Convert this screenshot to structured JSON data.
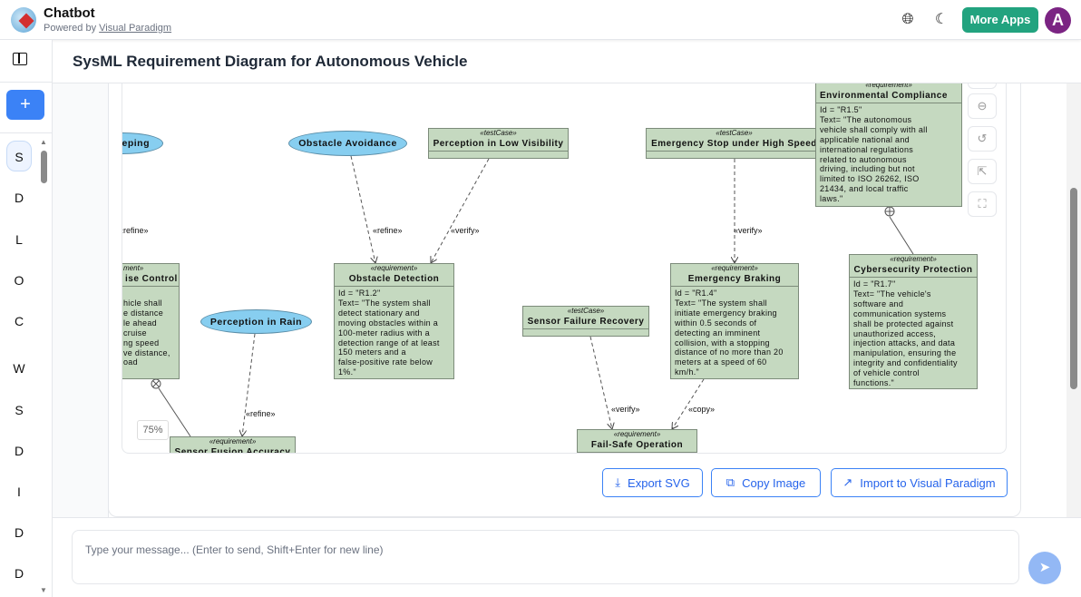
{
  "header": {
    "app_title": "Chatbot",
    "powered_prefix": "Powered by ",
    "powered_link": "Visual Paradigm",
    "more_apps": "More Apps",
    "avatar_initial": "A",
    "icons": [
      "globe-icon",
      "moon-icon"
    ]
  },
  "sidebar": {
    "new_chat": "+",
    "items": [
      {
        "label": "S"
      },
      {
        "label": "D"
      },
      {
        "label": "L"
      },
      {
        "label": "O"
      },
      {
        "label": "C"
      },
      {
        "label": "W"
      },
      {
        "label": "S"
      },
      {
        "label": "D"
      },
      {
        "label": "I"
      },
      {
        "label": "D"
      },
      {
        "label": "D"
      }
    ]
  },
  "page": {
    "title": "SysML Requirement Diagram for Autonomous Vehicle"
  },
  "diagram": {
    "zoom": "75%",
    "stereo_req": "«requirement»",
    "stereo_tc": "«testCase»",
    "use_cases": {
      "lane_keeping": "eping",
      "obstacle_avoidance": "Obstacle Avoidance",
      "perception_rain": "Perception in Rain"
    },
    "test_cases": {
      "low_visibility": "Perception in Low Visibility",
      "estop": "Emergency Stop under High Speed",
      "sensor_failure": "Sensor Failure Recovery"
    },
    "requirements": {
      "env": {
        "name": "Environmental Compliance",
        "body": "Id = \"R1.5\"\nText= \"The autonomous\nvehicle shall comply with all\napplicable national and\ninternational regulations\nrelated to autonomous\ndriving, including but not\nlimited to ISO 26262, ISO\n21434, and local traffic\nlaws.\""
      },
      "cruise": {
        "stereo": "ment»",
        "name": "ise Control",
        "body": "hicle shall\ne distance\nle ahead\n cruise\nng speed\nve distance,\noad"
      },
      "obstacle": {
        "name": "Obstacle Detection",
        "body": "Id = \"R1.2\"\nText= \"The system shall\ndetect stationary and\nmoving obstacles within a\n100-meter radius with a\ndetection range of at least\n150 meters and a\nfalse-positive rate below\n1%.\""
      },
      "braking": {
        "name": "Emergency Braking",
        "body": "Id = \"R1.4\"\nText= \"The system shall\ninitiate emergency braking\nwithin 0.5 seconds of\ndetecting an imminent\ncollision, with a stopping\ndistance of no more than 20\nmeters at a speed of 60\nkm/h.\""
      },
      "cyber": {
        "name": "Cybersecurity Protection",
        "body": "Id = \"R1.7\"\nText= \"The vehicle's\nsoftware and\ncommunication systems\nshall be protected against\nunauthorized access,\ninjection attacks, and data\nmanipulation, ensuring the\nintegrity and confidentiality\nof vehicle control\nfunctions.\""
      },
      "fusion": {
        "name": "Sensor Fusion Accuracy"
      },
      "failsafe": {
        "name": "Fail-Safe Operation"
      }
    },
    "labels": {
      "refine_left": "«refine»",
      "refine_oa": "«refine»",
      "verify_lv": "«verify»",
      "verify_es": "«verify»",
      "refine_rain": "«refine»",
      "verify_sf": "«verify»",
      "copy": "«copy»"
    },
    "controls": [
      "zoom-in-icon",
      "zoom-out-icon",
      "reset-icon",
      "fit-icon",
      "fullscreen-icon"
    ]
  },
  "actions": {
    "export_svg": "Export SVG",
    "copy_image": "Copy Image",
    "import_vp": "Import to Visual Paradigm"
  },
  "composer": {
    "placeholder": "Type your message... (Enter to send, Shift+Enter for new line)"
  },
  "colors": {
    "accent": "#3b82f6",
    "more_apps": "#22a37f",
    "avatar": "#7b2483",
    "requirement_fill": "#c5d9c0",
    "usecase_fill": "#87cef0"
  }
}
